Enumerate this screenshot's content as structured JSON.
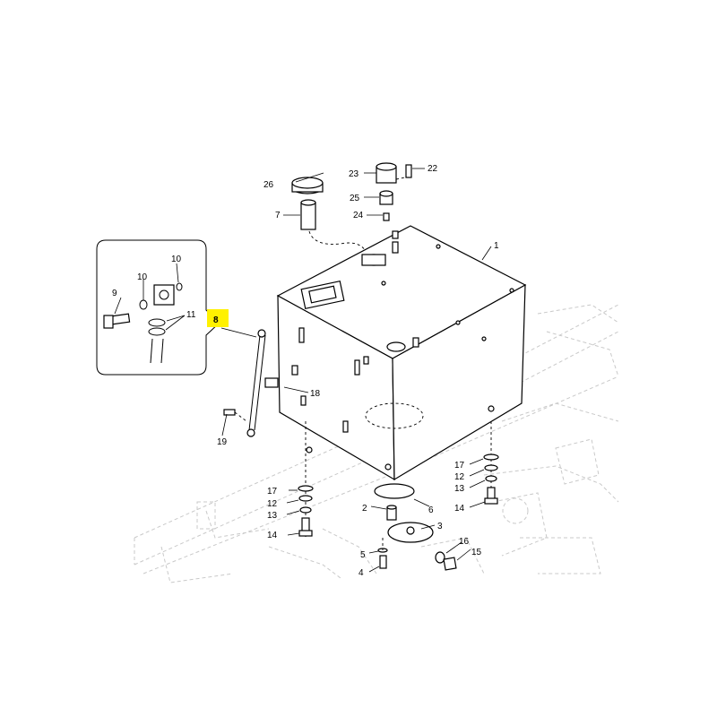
{
  "diagram": {
    "callouts": {
      "c1": "1",
      "c2": "2",
      "c3": "3",
      "c4": "4",
      "c5": "5",
      "c6": "6",
      "c7": "7",
      "c8": "8",
      "c9": "9",
      "c10a": "10",
      "c10b": "10",
      "c11": "11",
      "c12a": "12",
      "c12b": "12",
      "c13a": "13",
      "c13b": "13",
      "c14a": "14",
      "c14b": "14",
      "c15": "15",
      "c16": "16",
      "c17a": "17",
      "c17b": "17",
      "c18": "18",
      "c19": "19",
      "c22": "22",
      "c23": "23",
      "c24": "24",
      "c25": "25",
      "c26": "26"
    },
    "highlighted_callout": "8",
    "highlight_color": "#fff100"
  }
}
